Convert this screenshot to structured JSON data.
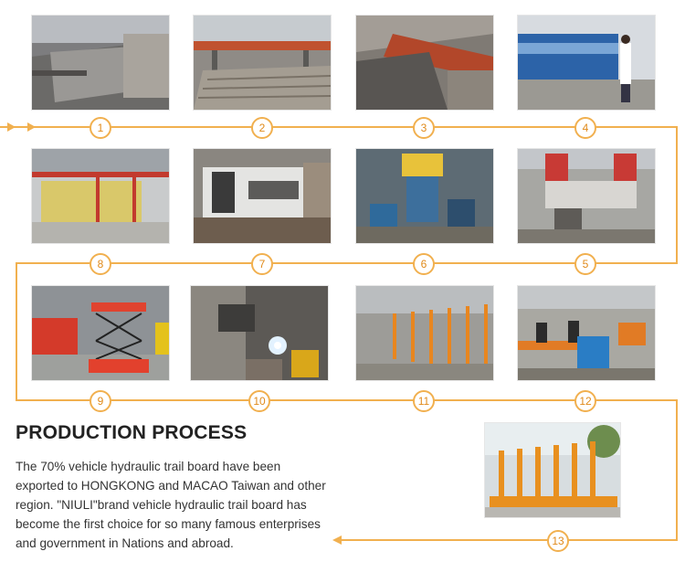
{
  "title": "PRODUCTION PROCESS",
  "description": "The 70% vehicle hydraulic trail board have been exported to HONGKONG and MACAO Taiwan and other region. \"NIULI\"brand vehicle hydraulic trail board has become the first choice for so many famous enterprises and government in Nations and abroad.",
  "steps": [
    {
      "number": "1"
    },
    {
      "number": "2"
    },
    {
      "number": "3"
    },
    {
      "number": "4"
    },
    {
      "number": "5"
    },
    {
      "number": "6"
    },
    {
      "number": "7"
    },
    {
      "number": "8"
    },
    {
      "number": "9"
    },
    {
      "number": "10"
    },
    {
      "number": "11"
    },
    {
      "number": "12"
    },
    {
      "number": "13"
    }
  ],
  "colors": {
    "flow_line": "#f1b04f",
    "badge_text": "#e08a1a",
    "title": "#222222",
    "body_text": "#333333"
  }
}
